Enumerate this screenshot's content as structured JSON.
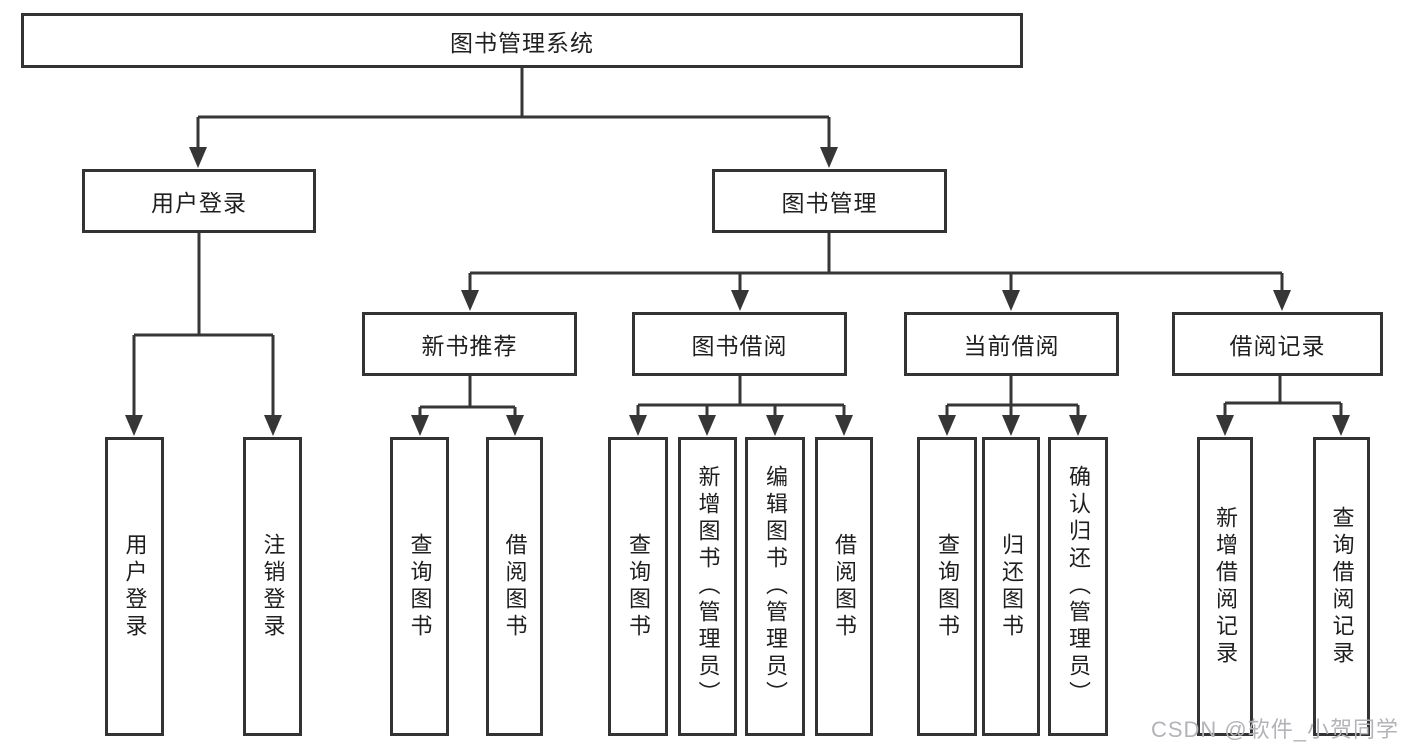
{
  "diagram_title": "图书管理系统",
  "tree": {
    "label": "图书管理系统",
    "children": [
      {
        "label": "用户登录",
        "children": [
          {
            "label": "用户登录"
          },
          {
            "label": "注销登录"
          }
        ]
      },
      {
        "label": "图书管理",
        "children": [
          {
            "label": "新书推荐",
            "children": [
              {
                "label": "查询图书"
              },
              {
                "label": "借阅图书"
              }
            ]
          },
          {
            "label": "图书借阅",
            "children": [
              {
                "label": "查询图书"
              },
              {
                "label": "新增图书（管理员）"
              },
              {
                "label": "编辑图书（管理员）"
              },
              {
                "label": "借阅图书"
              }
            ]
          },
          {
            "label": "当前借阅",
            "children": [
              {
                "label": "查询图书"
              },
              {
                "label": "归还图书"
              },
              {
                "label": "确认归还（管理员）"
              }
            ]
          },
          {
            "label": "借阅记录",
            "children": [
              {
                "label": "新增借阅记录"
              },
              {
                "label": "查询借阅记录"
              }
            ]
          }
        ]
      }
    ]
  },
  "watermark": {
    "text": "CSDN @软件_小贺同学"
  },
  "colors": {
    "line": "#363636",
    "box_border": "#333333",
    "text": "#1f1f1f",
    "watermark": "#b3b3b8",
    "background": "#ffffff"
  }
}
